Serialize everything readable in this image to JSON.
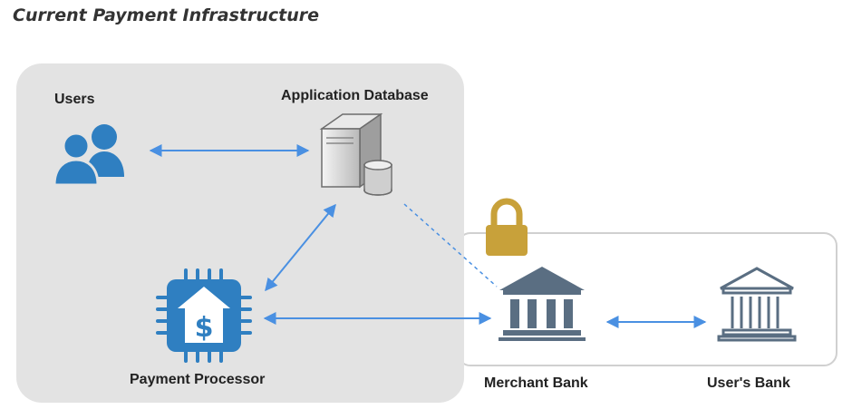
{
  "title": "Current Payment Infrastructure",
  "nodes": {
    "users": "Users",
    "application_database": "Application Database",
    "payment_processor": "Payment Processor",
    "merchant_bank": "Merchant Bank",
    "users_bank": "User's Bank"
  },
  "colors": {
    "accent_blue": "#2f7fc1",
    "arrow_blue": "#4a90e2",
    "lock_gold": "#c8a13a",
    "bank_gray": "#5a6e82",
    "internal_zone": "#e3e3e3"
  }
}
